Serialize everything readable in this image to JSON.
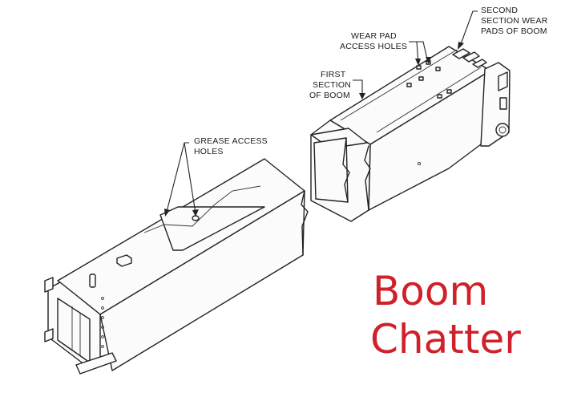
{
  "labels": {
    "second_section": [
      "SECOND",
      "SECTION WEAR",
      "PADS OF BOOM"
    ],
    "wear_pad": [
      "WEAR PAD",
      "ACCESS HOLES"
    ],
    "first_section": [
      "FIRST",
      "SECTION",
      "OF BOOM"
    ],
    "grease": [
      "GREASE ACCESS",
      "HOLES"
    ]
  },
  "title": {
    "line1": "Boom",
    "line2": "Chatter",
    "color": "#d0202a"
  }
}
